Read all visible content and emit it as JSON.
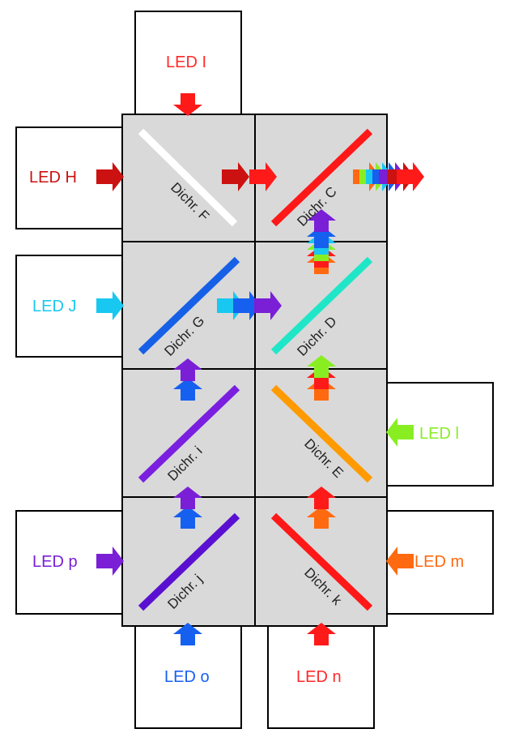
{
  "leds": {
    "top_i": {
      "label": "LED  I",
      "color": "#ff2a2a"
    },
    "h": {
      "label": "LED  H",
      "color": "#cc1111"
    },
    "j": {
      "label": "LED  J",
      "color": "#19c8f0"
    },
    "l_right": {
      "label": "LED  l",
      "color": "#88ee22"
    },
    "p": {
      "label": "LED  p",
      "color": "#7a1fd6"
    },
    "m": {
      "label": "LED  m",
      "color": "#ff6a10"
    },
    "o": {
      "label": "LED  o",
      "color": "#1660f0"
    },
    "n": {
      "label": "LED  n",
      "color": "#ff2a2a"
    }
  },
  "dichroics": {
    "f": {
      "label": "Dichr. F",
      "color": "#ffffff"
    },
    "c": {
      "label": "Dichr. C",
      "color": "#ff1818"
    },
    "g": {
      "label": "Dichr. G",
      "color": "#1660e8"
    },
    "d": {
      "label": "Dichr. D",
      "color": "#20e6c8"
    },
    "i": {
      "label": "Dichr. i",
      "color": "#7a1fe0"
    },
    "e": {
      "label": "Dichr. E",
      "color": "#ff9a00"
    },
    "j": {
      "label": "Dichr. j",
      "color": "#5a10d0"
    },
    "k": {
      "label": "Dichr. k",
      "color": "#ff1818"
    }
  },
  "colors": {
    "red": "#ff1a1a",
    "dark_red": "#cc1111",
    "cyan": "#19c8f0",
    "blue": "#1660f0",
    "purple": "#7a1fd6",
    "green": "#88ee22",
    "orange": "#ff6a10",
    "cell_gray": "#d9d9d9"
  }
}
